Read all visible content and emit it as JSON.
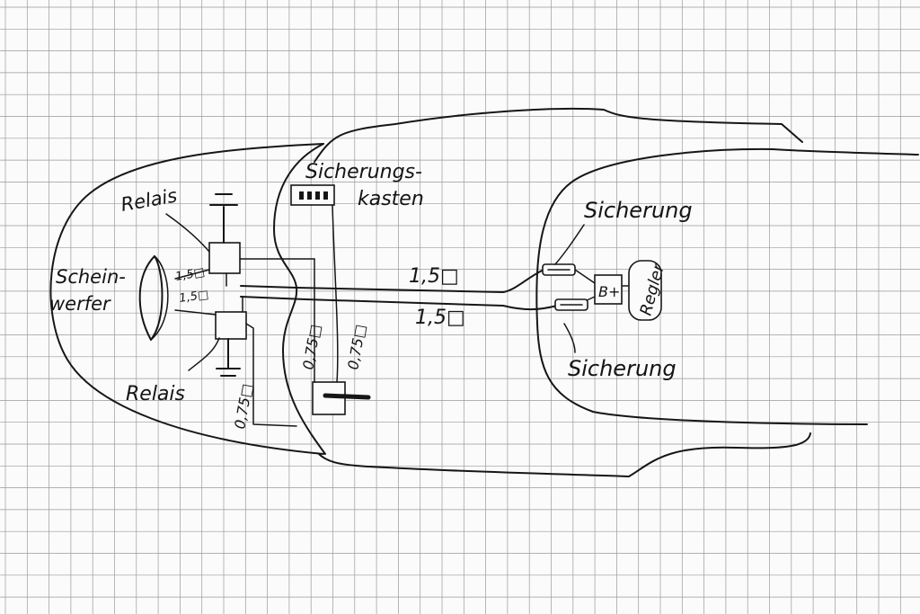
{
  "labels": {
    "headlight": [
      "Schein-",
      "werfer"
    ],
    "relay_top": "Relais",
    "relay_bottom": "Relais",
    "fuse_box": [
      "Sicherungs-",
      "kasten"
    ],
    "fuse_top": "Sicherung",
    "fuse_bottom": "Sicherung",
    "regulator": "Regler",
    "regulator_terminal": "B+",
    "wire_main_top": "1,5□",
    "wire_main_bottom": "1,5□",
    "wire_short_top": "1,5□",
    "wire_short_bottom": "1,5□",
    "wire_thin_left": "0,75□",
    "wire_thin_mid": "0,75□",
    "wire_thin_right": "0,75□"
  },
  "colors": {
    "ink": "#161616",
    "paper": "#fbfbfb",
    "grid": "#9a9a9a"
  }
}
